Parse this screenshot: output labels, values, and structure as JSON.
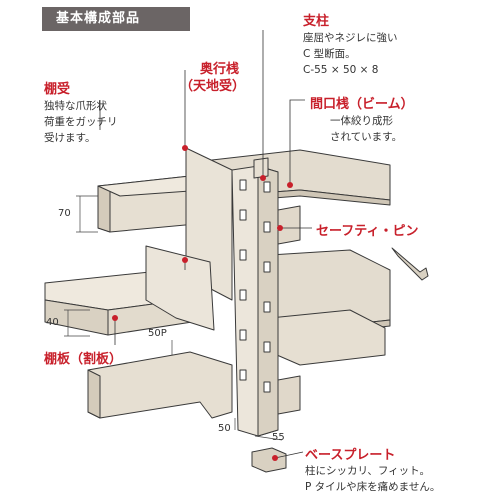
{
  "header": {
    "title": "基本構成部品"
  },
  "parts": {
    "shichu": {
      "name": "支柱",
      "desc": [
        "座屈やネジレに強い",
        "C 型断面。",
        "C-55 × 50 × 8"
      ]
    },
    "okuyukisan": {
      "name": "奥行桟",
      "subname": "（天地受）"
    },
    "tanauke": {
      "name": "棚受",
      "desc": [
        "独特な爪形状",
        "荷重をガッチリ",
        "受けます。"
      ]
    },
    "maguchisan": {
      "name": "間口桟（ビーム）",
      "desc": [
        "一体絞り成形",
        "されています。"
      ]
    },
    "safety_pin": {
      "name": "セーフティ・ピン"
    },
    "tanaita": {
      "name": "棚板（割板）"
    },
    "base_plate": {
      "name": "ベースプレート",
      "desc": [
        "柱にシッカリ、フィット。",
        "P タイルや床を痛めません。"
      ]
    }
  },
  "dimensions": {
    "d70": "70",
    "d40": "40",
    "d50p": "50P",
    "d50": "50",
    "d55": "55"
  },
  "colors": {
    "accent": "#c8202b",
    "header_bg": "#6b6565",
    "steel": "#e6dfd2",
    "steel_dark": "#cfc6b6",
    "line": "#3a3a3a"
  }
}
